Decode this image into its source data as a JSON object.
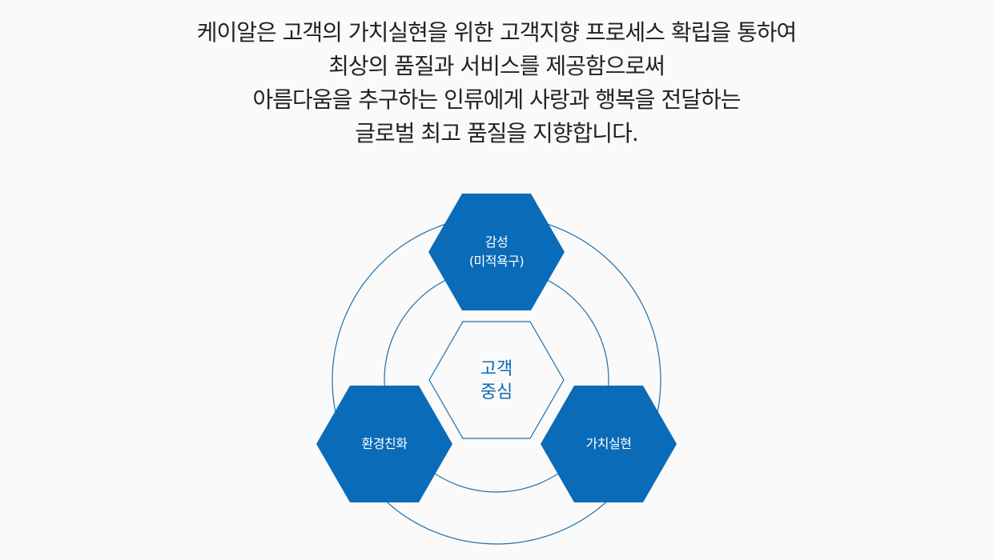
{
  "intro": {
    "lines": [
      "케이알은 고객의 가치실현을 위한 고객지향 프로세스 확립을 통하여",
      "최상의 품질과 서비스를 제공함으로써",
      "아름다움을 추구하는 인류에게 사랑과 행복을 전달하는",
      "글로벌 최고 품질을 지향합니다."
    ]
  },
  "diagram": {
    "center": {
      "line1": "고객",
      "line2": "중심"
    },
    "top": {
      "line1": "감성",
      "line2": "(미적욕구)"
    },
    "left": {
      "label": "환경친화"
    },
    "right": {
      "label": "가치실현"
    }
  },
  "colors": {
    "hex_fill": "#0a6bb8",
    "circle_stroke": "#1f6fab",
    "text": "#222222"
  }
}
